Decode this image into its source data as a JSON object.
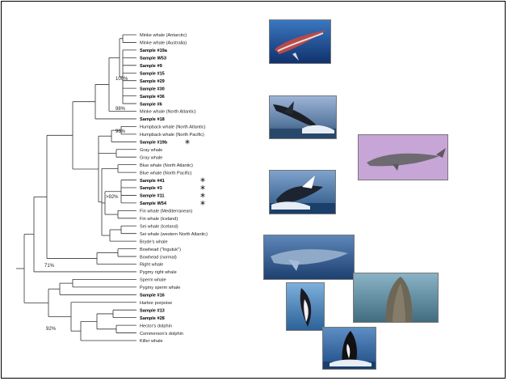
{
  "leaves": [
    {
      "label": "Minke whale (Antarctic)",
      "bold": false,
      "star": false
    },
    {
      "label": "Minke whale (Australia)",
      "bold": false,
      "star": false
    },
    {
      "label": "Sample #19a",
      "bold": true,
      "star": false
    },
    {
      "label": "Sample W53",
      "bold": true,
      "star": false
    },
    {
      "label": "Sample #9",
      "bold": true,
      "star": false
    },
    {
      "label": "Sample #15",
      "bold": true,
      "star": false
    },
    {
      "label": "Sample #29",
      "bold": true,
      "star": false
    },
    {
      "label": "Sample #30",
      "bold": true,
      "star": false
    },
    {
      "label": "Sample #36",
      "bold": true,
      "star": false
    },
    {
      "label": "Sample #6",
      "bold": true,
      "star": false
    },
    {
      "label": "Minke whale (North Atlantic)",
      "bold": false,
      "star": false
    },
    {
      "label": "Sample #18",
      "bold": true,
      "star": false
    },
    {
      "label": "Humpback whale (North Atlantic)",
      "bold": false,
      "star": false
    },
    {
      "label": "Humpback whale (North Pacific)",
      "bold": false,
      "star": false
    },
    {
      "label": "Sample #19b",
      "bold": true,
      "star": true
    },
    {
      "label": "Gray whale",
      "bold": false,
      "star": false
    },
    {
      "label": "Gray whale",
      "bold": false,
      "star": false
    },
    {
      "label": "Blue whale (North Atlantic)",
      "bold": false,
      "star": false
    },
    {
      "label": "Blue whale (North Pacific)",
      "bold": false,
      "star": false
    },
    {
      "label": "Sample #41",
      "bold": true,
      "star": true
    },
    {
      "label": "Sample #3",
      "bold": true,
      "star": true
    },
    {
      "label": "Sample #11",
      "bold": true,
      "star": true
    },
    {
      "label": "Sample W54",
      "bold": true,
      "star": true
    },
    {
      "label": "Fin whale (Mediterranean)",
      "bold": false,
      "star": false
    },
    {
      "label": "Fin whale (Iceland)",
      "bold": false,
      "star": false
    },
    {
      "label": "Sei whale (Iceland)",
      "bold": false,
      "star": false
    },
    {
      "label": "Sei whale (western North Atlantic)",
      "bold": false,
      "star": false
    },
    {
      "label": "Bryde's whale",
      "bold": false,
      "star": false
    },
    {
      "label": "Bowhead (\"Ingutuk\")",
      "bold": false,
      "star": false
    },
    {
      "label": "Bowhead (normal)",
      "bold": false,
      "star": false
    },
    {
      "label": "Right whale",
      "bold": false,
      "star": false
    },
    {
      "label": "Pygmy right whale",
      "bold": false,
      "star": false
    },
    {
      "label": "Sperm whale",
      "bold": false,
      "star": false
    },
    {
      "label": "Pygmy sperm whale",
      "bold": false,
      "star": false
    },
    {
      "label": "Sample #16",
      "bold": true,
      "star": false
    },
    {
      "label": "Harbor porpoise",
      "bold": false,
      "star": false
    },
    {
      "label": "Sample #13",
      "bold": true,
      "star": false
    },
    {
      "label": "Sample #28",
      "bold": true,
      "star": false
    },
    {
      "label": "Hector's dolphin",
      "bold": false,
      "star": false
    },
    {
      "label": "Commerson's dolphin",
      "bold": false,
      "star": false
    },
    {
      "label": "Killer whale",
      "bold": false,
      "star": false
    }
  ],
  "star_glyph": "*",
  "support_labels": {
    "minke_clade": "100%",
    "minke_outer": "98%",
    "humpback": "96%",
    "fin_samples": ">92%",
    "baleen": "71%",
    "dolphins": "92%"
  },
  "photos": [
    {
      "name": "minke-whale-photo",
      "depicts": "minke whale underwater"
    },
    {
      "name": "humpback-breach-photo",
      "depicts": "humpback whale breaching"
    },
    {
      "name": "gray-whale-photo",
      "depicts": "gray whale"
    },
    {
      "name": "humpback-splash-photo",
      "depicts": "humpback whale splashing"
    },
    {
      "name": "blue-whale-photo",
      "depicts": "blue whale underwater"
    },
    {
      "name": "dolphin-photo",
      "depicts": "dolphin leaping"
    },
    {
      "name": "sperm-whale-photo",
      "depicts": "sperm whale head"
    },
    {
      "name": "killer-whale-photo",
      "depicts": "killer whale breaching"
    }
  ],
  "colors": {
    "line": "#333333",
    "frame": "#000000",
    "ocean_blue": "#1f4e8c",
    "sky_lavender": "#c7a5d6"
  }
}
